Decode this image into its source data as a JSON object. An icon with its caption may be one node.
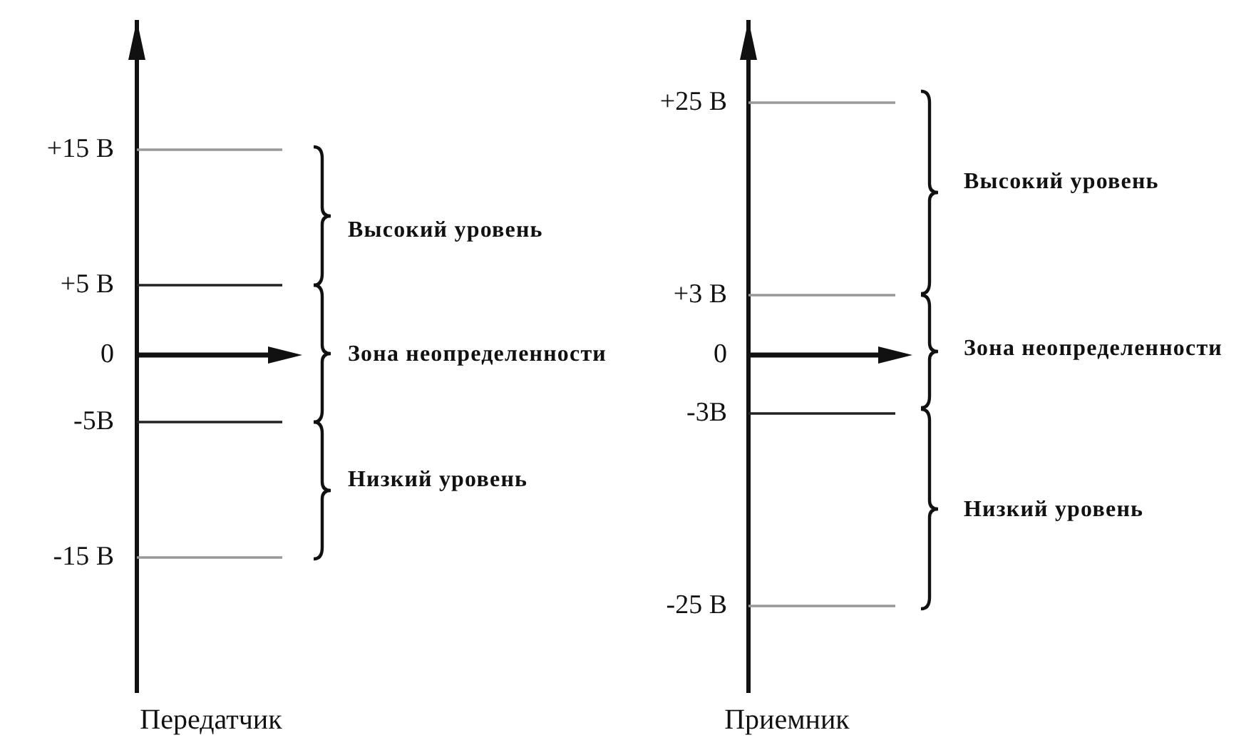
{
  "diagram": {
    "labels": [
      "+15 В",
      "Высокий уровень",
      "+5 В",
      "0",
      "Зона неопределенности",
      "-5В",
      "Низкий уровень",
      "-15 В",
      "Передатчик",
      "+25 В",
      "Высокий уровень",
      "+3 В",
      "Зона неопределенности",
      "0",
      "-3В",
      "Низкий уровень",
      "-25 В",
      "Приемник"
    ]
  }
}
